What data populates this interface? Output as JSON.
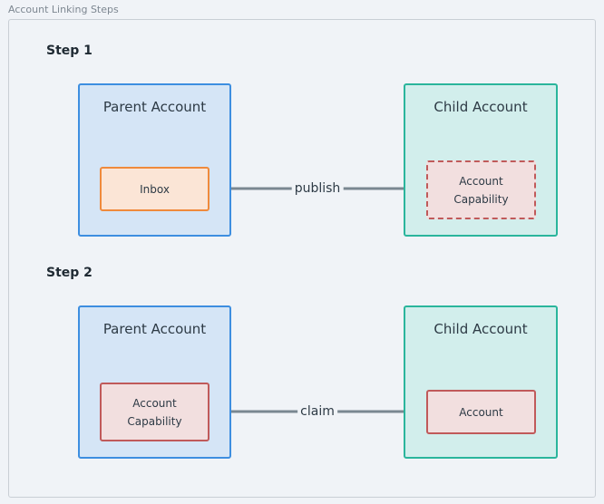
{
  "title": "Account Linking Steps",
  "steps": [
    {
      "label": "Step 1",
      "parent": {
        "title": "Parent Account",
        "item": "Inbox"
      },
      "child": {
        "title": "Child Account",
        "item": "Account Capability"
      },
      "edge": {
        "label": "publish",
        "direction": "child-to-parent",
        "style": "dashed source"
      }
    },
    {
      "label": "Step 2",
      "parent": {
        "title": "Parent Account",
        "item": "Account Capability"
      },
      "child": {
        "title": "Child Account",
        "item": "Account"
      },
      "edge": {
        "label": "claim",
        "direction": "parent-to-child"
      }
    }
  ],
  "colors": {
    "parent_border": "#3d8ee0",
    "child_border": "#2ab59c",
    "inbox_border": "#ef8a3c",
    "capability_border": "#c05a5a",
    "arrow": "#7a8791"
  }
}
